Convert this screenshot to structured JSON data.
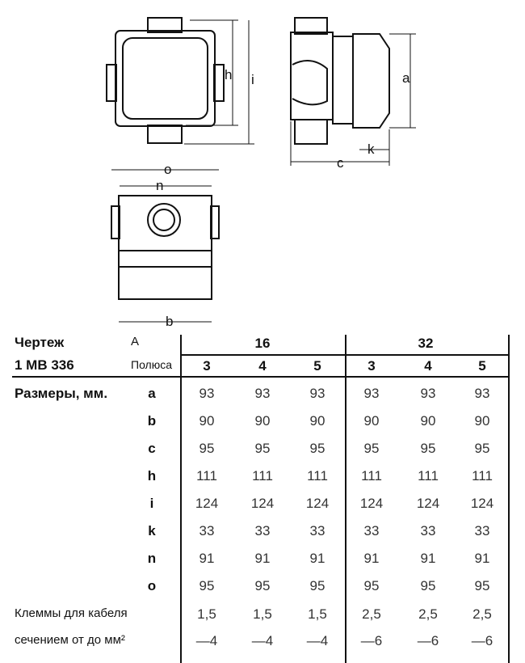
{
  "drawing_labels": {
    "h": "h",
    "i": "i",
    "a": "a",
    "k": "k",
    "c": "c",
    "o": "o",
    "n": "n",
    "b": "b"
  },
  "table": {
    "drawing_label": "Чертеж",
    "drawing_number": "1 MB 336",
    "amp_label": "A",
    "poles_label": "Полюса",
    "amp_groups": [
      "16",
      "32"
    ],
    "poles": [
      "3",
      "4",
      "5",
      "3",
      "4",
      "5"
    ],
    "dimensions_label": "Размеры, мм.",
    "rows": [
      {
        "key": "a",
        "values": [
          "93",
          "93",
          "93",
          "93",
          "93",
          "93"
        ]
      },
      {
        "key": "b",
        "values": [
          "90",
          "90",
          "90",
          "90",
          "90",
          "90"
        ]
      },
      {
        "key": "c",
        "values": [
          "95",
          "95",
          "95",
          "95",
          "95",
          "95"
        ]
      },
      {
        "key": "h",
        "values": [
          "111",
          "111",
          "111",
          "111",
          "111",
          "111"
        ]
      },
      {
        "key": "i",
        "values": [
          "124",
          "124",
          "124",
          "124",
          "124",
          "124"
        ]
      },
      {
        "key": "k",
        "values": [
          "33",
          "33",
          "33",
          "33",
          "33",
          "33"
        ]
      },
      {
        "key": "n",
        "values": [
          "91",
          "91",
          "91",
          "91",
          "91",
          "91"
        ]
      },
      {
        "key": "o",
        "values": [
          "95",
          "95",
          "95",
          "95",
          "95",
          "95"
        ]
      }
    ],
    "terminals_label_1": "Клеммы для кабеля",
    "terminals_label_2": "сечением от до мм²",
    "terminals_from": [
      "1,5",
      "1,5",
      "1,5",
      "2,5",
      "2,5",
      "2,5"
    ],
    "terminals_to": [
      "—4",
      "—4",
      "—4",
      "—6",
      "—6",
      "—6"
    ]
  }
}
